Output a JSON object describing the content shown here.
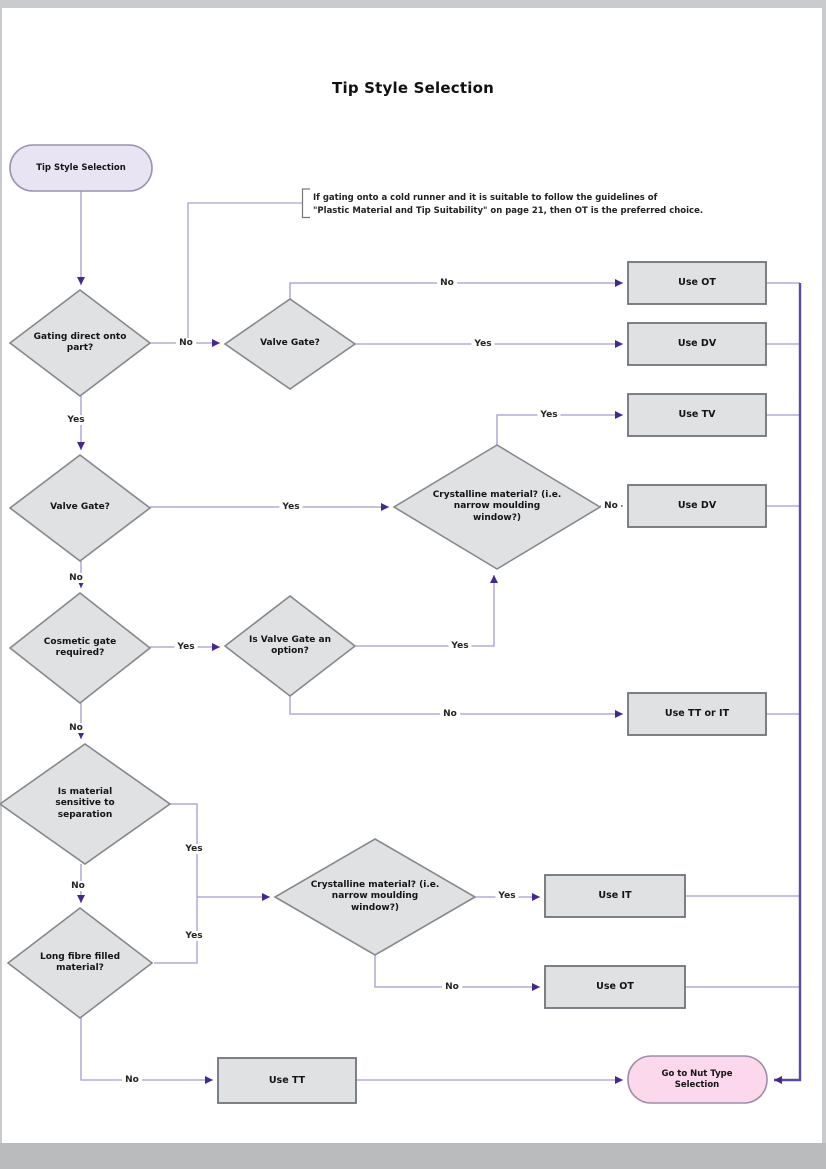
{
  "title": "Tip Style Selection",
  "note": {
    "text": "If gating onto a cold runner and it is suitable to follow the guidelines of\n\"Plastic Material and Tip Suitability\" on page 21, then OT is the preferred choice."
  },
  "labels": {
    "yes": "Yes",
    "no": "No"
  },
  "nodes": {
    "start": "Tip Style Selection",
    "gating_direct": "Gating direct onto part?",
    "valve_gate_1": "Valve Gate?",
    "use_ot_1": "Use OT",
    "use_dv_1": "Use DV",
    "use_tv": "Use TV",
    "valve_gate_2": "Valve Gate?",
    "crystalline_1": "Crystalline material? (i.e. narrow moulding window?)",
    "use_dv_2": "Use DV",
    "cosmetic_gate": "Cosmetic gate required?",
    "valve_gate_option": "Is Valve Gate an option?",
    "use_tt_or_it": "Use TT or IT",
    "material_sensitive": "Is material sensitive to separation",
    "long_fibre": "Long fibre filled material?",
    "crystalline_2": "Crystalline material? (i.e. narrow moulding window?)",
    "use_it": "Use IT",
    "use_ot_2": "Use OT",
    "use_tt": "Use TT",
    "end": "Go to Nut Type Selection"
  },
  "colors": {
    "edge": "#a79ad1",
    "arrowhead": "#44288f",
    "trunk": "#5b48a8",
    "node_fill": "#dfe1e3",
    "node_border": "#85888c",
    "start_fill": "#e9e4f4",
    "end_fill": "#fbd8ec"
  }
}
